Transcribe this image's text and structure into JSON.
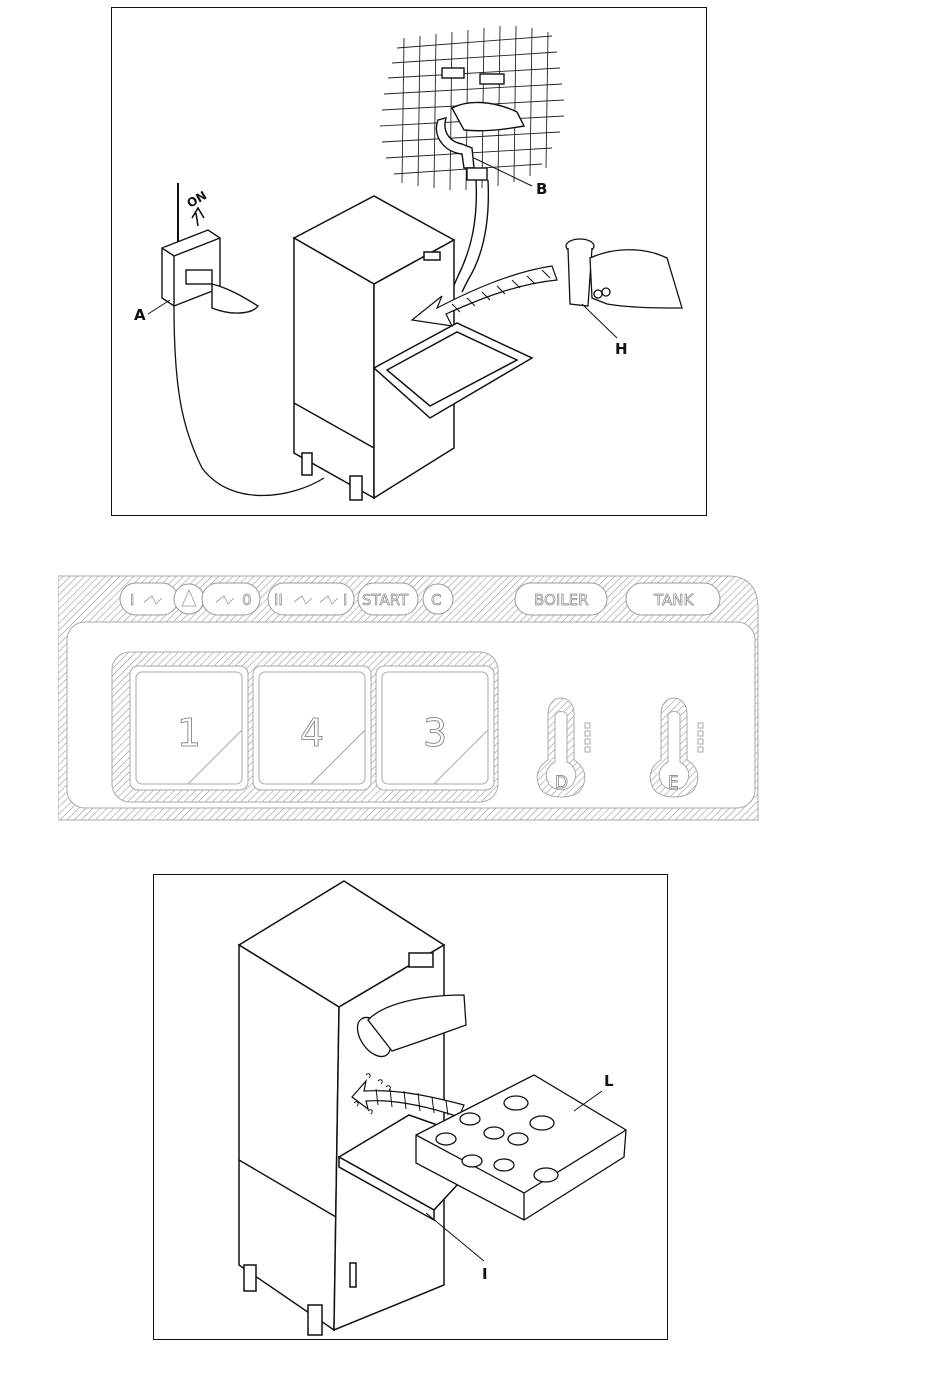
{
  "top_figure": {
    "callouts": {
      "a": "A",
      "b": "B",
      "h": "H"
    },
    "switch_text": "ON"
  },
  "control_panel": {
    "buttons": {
      "b1": "I",
      "b2": "0",
      "b3": "II",
      "b4": "I",
      "start": "START",
      "c": "C",
      "boiler": "BOILER",
      "tank": "TANK"
    },
    "displays": [
      "1",
      "4",
      "3"
    ],
    "indicators": {
      "d": "D",
      "e": "E"
    }
  },
  "bottom_figure": {
    "callouts": {
      "l": "L",
      "i": "I"
    }
  }
}
